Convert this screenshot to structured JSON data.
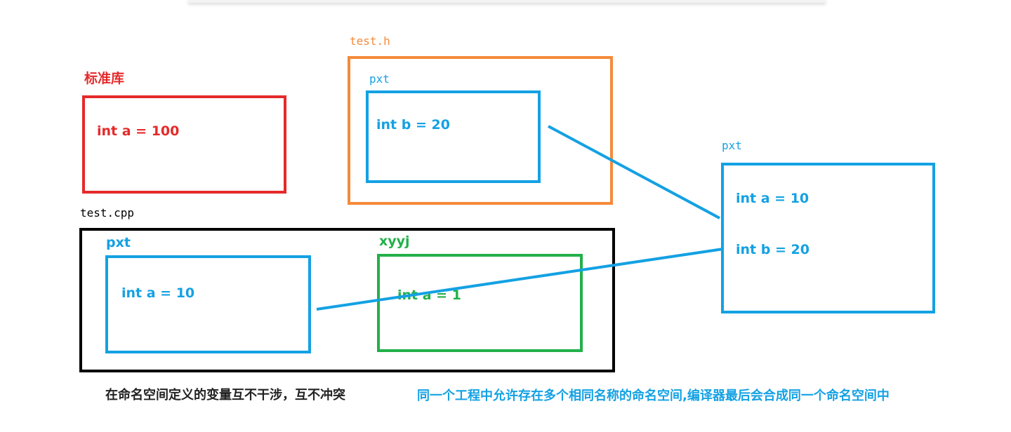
{
  "colors": {
    "red": "#e52a2a",
    "orange": "#f58a3a",
    "blue": "#14a1e3",
    "green": "#22b04a",
    "black": "#000000",
    "dark_text": "#222222"
  },
  "std_lib": {
    "label": "标准库",
    "code": "int a = 100"
  },
  "header_file": {
    "label": "test.h",
    "namespace": {
      "label": "pxt",
      "code": "int b = 20"
    }
  },
  "merged": {
    "label": "pxt",
    "codes": [
      "int a = 10",
      "int b = 20"
    ]
  },
  "cpp_file": {
    "label": "test.cpp",
    "ns_pxt": {
      "label": "pxt",
      "code": "int a = 10"
    },
    "ns_xyyj": {
      "label": "xyyj",
      "code": "int a = 1"
    }
  },
  "captions": {
    "left": "在命名空间定义的变量互不干涉，互不冲突",
    "right": "同一个工程中允许存在多个相同名称的命名空间,编译器最后会合成同一个命名空间中"
  }
}
